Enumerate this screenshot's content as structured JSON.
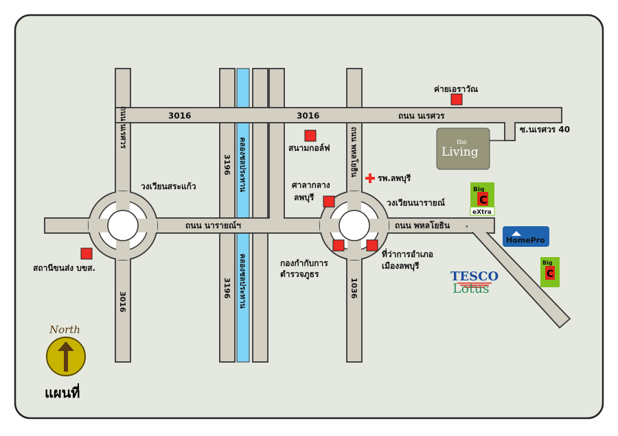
{
  "map": {
    "title": "แผนที่",
    "compass": {
      "label": "North"
    },
    "roads": {
      "road_3016_top_left": "3016",
      "road_3016_top_right": "3016",
      "road_3016_bottom": "3016",
      "road_3196_top": "3196",
      "road_3196_bottom": "3196",
      "road_1036": "1036",
      "naresuan_horizontal": "ถนน นเรศวร",
      "naresuan_vertical": "ถนน นเรศวร",
      "narai": "ถนน นารายณ์ฯ",
      "phahonyothin_vertical": "ถนน พหลโยธิน",
      "phahonyothin_horizontal": "ถนน พหลโยธิน",
      "soi_naresuan_40": "ซ.นเรศวร 40"
    },
    "canal": {
      "top": "คลองชลประทาน",
      "bottom": "คลองชลประทาน"
    },
    "roundabouts": {
      "sra_kaeo": "วงเวียนสระแก้ว",
      "narai": "วงเวียนนารายณ์"
    },
    "places": {
      "camp": "ค่ายเอราวัณ",
      "golf": "สนามกอล์ฟ",
      "hospital": "รพ.ลพบุรี",
      "city_hall_line1": "ศาลากลาง",
      "city_hall_line2": "ลพบุรี",
      "bus_station": "สถานีขนส่ง บขส.",
      "police_line1": "กองกำกับการ",
      "police_line2": "ตำรวจภูธร",
      "district_line1": "ที่ว่าการอำเภอ",
      "district_line2": "เมืองลพบุรี"
    },
    "brands": {
      "the_living_small": "the",
      "the_living_big": "Living",
      "bigc_extra_top": "Big",
      "bigc_extra_bottom": "eXtra",
      "bigc_small_top": "Big",
      "homepro": "HomePro",
      "tesco": "TESCO",
      "lotus": "Lotus"
    }
  },
  "colors": {
    "background": "#e4e8df",
    "road": "#d3cfc3",
    "road_outline": "#333333",
    "canal": "#7fd3f5",
    "marker": "#ee2b24",
    "the_living": "#97967a",
    "bigc_green": "#7fc11e",
    "bigc_red": "#e1261c",
    "homepro": "#1f63ae",
    "tesco": "#1f4c9e",
    "lotus": "#2e8b57",
    "compass": "#c8b400"
  }
}
